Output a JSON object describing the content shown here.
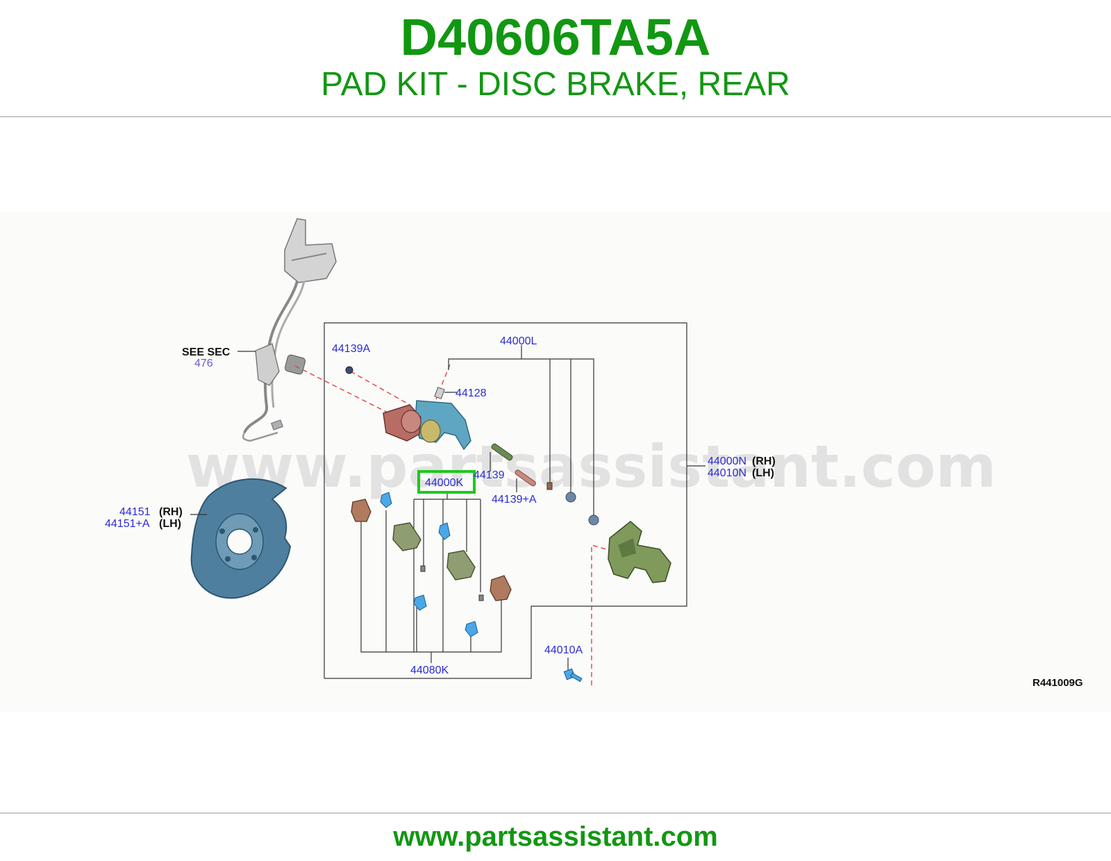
{
  "header": {
    "part_number": "D40606TA5A",
    "part_name": "PAD KIT - DISC BRAKE, REAR"
  },
  "diagram": {
    "watermark": "www.partsassistant.com",
    "diagram_code": "R441009G",
    "see_sec": {
      "label": "SEE SEC",
      "number": "476"
    },
    "callouts": {
      "c44139A": "44139A",
      "c44000L": "44000L",
      "c44128": "44128",
      "c44139": "44139",
      "c44139pA": "44139+A",
      "c44000K": "44000K",
      "c44000N": "44000N",
      "c44000N_side": "(RH)",
      "c44010N": "44010N",
      "c44010N_side": "(LH)",
      "c44151": "44151",
      "c44151_side": "(RH)",
      "c44151pA": "44151+A",
      "c44151pA_side": "(LH)",
      "c44080K": "44080K",
      "c44010A": "44010A"
    },
    "highlighted": "44000K",
    "colors": {
      "brand_green": "#129712",
      "callout_blue": "#2b2bd6",
      "highlight_green": "#1ec81e",
      "guide_red": "#e04040"
    }
  },
  "footer": {
    "url": "www.partsassistant.com"
  }
}
